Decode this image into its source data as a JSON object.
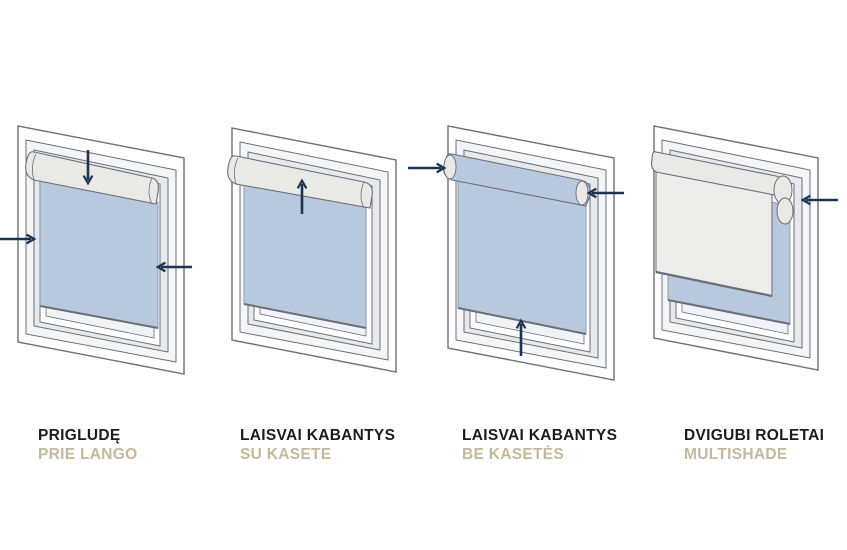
{
  "colors": {
    "frame_fill": "#ffffff",
    "frame_stroke": "#6b6f77",
    "frame_shadow": "#eceef1",
    "blind_fill": "#b8c8dd",
    "cassette_fill": "#e9e9e6",
    "arrow_color": "#1d3350",
    "label_title_color": "#1c1c1c",
    "label_sub_color": "#c5b79b",
    "background": "#ffffff"
  },
  "variants": [
    {
      "title": "PRIGLUDĘ",
      "subtitle": "PRIE LANGO",
      "arrow_icons": [
        "arrow-down-icon",
        "arrow-right-icon",
        "arrow-left-icon"
      ]
    },
    {
      "title": "LAISVAI KABANTYS",
      "subtitle": "SU KASETE",
      "arrow_icons": [
        "arrow-up-icon"
      ]
    },
    {
      "title": "LAISVAI KABANTYS",
      "subtitle": "BE KASETĖS",
      "arrow_icons": [
        "arrow-right-icon",
        "arrow-left-icon",
        "arrow-up-icon"
      ]
    },
    {
      "title": "DVIGUBI ROLETAI",
      "subtitle": "MULTISHADE",
      "arrow_icons": [
        "arrow-left-icon"
      ]
    }
  ]
}
